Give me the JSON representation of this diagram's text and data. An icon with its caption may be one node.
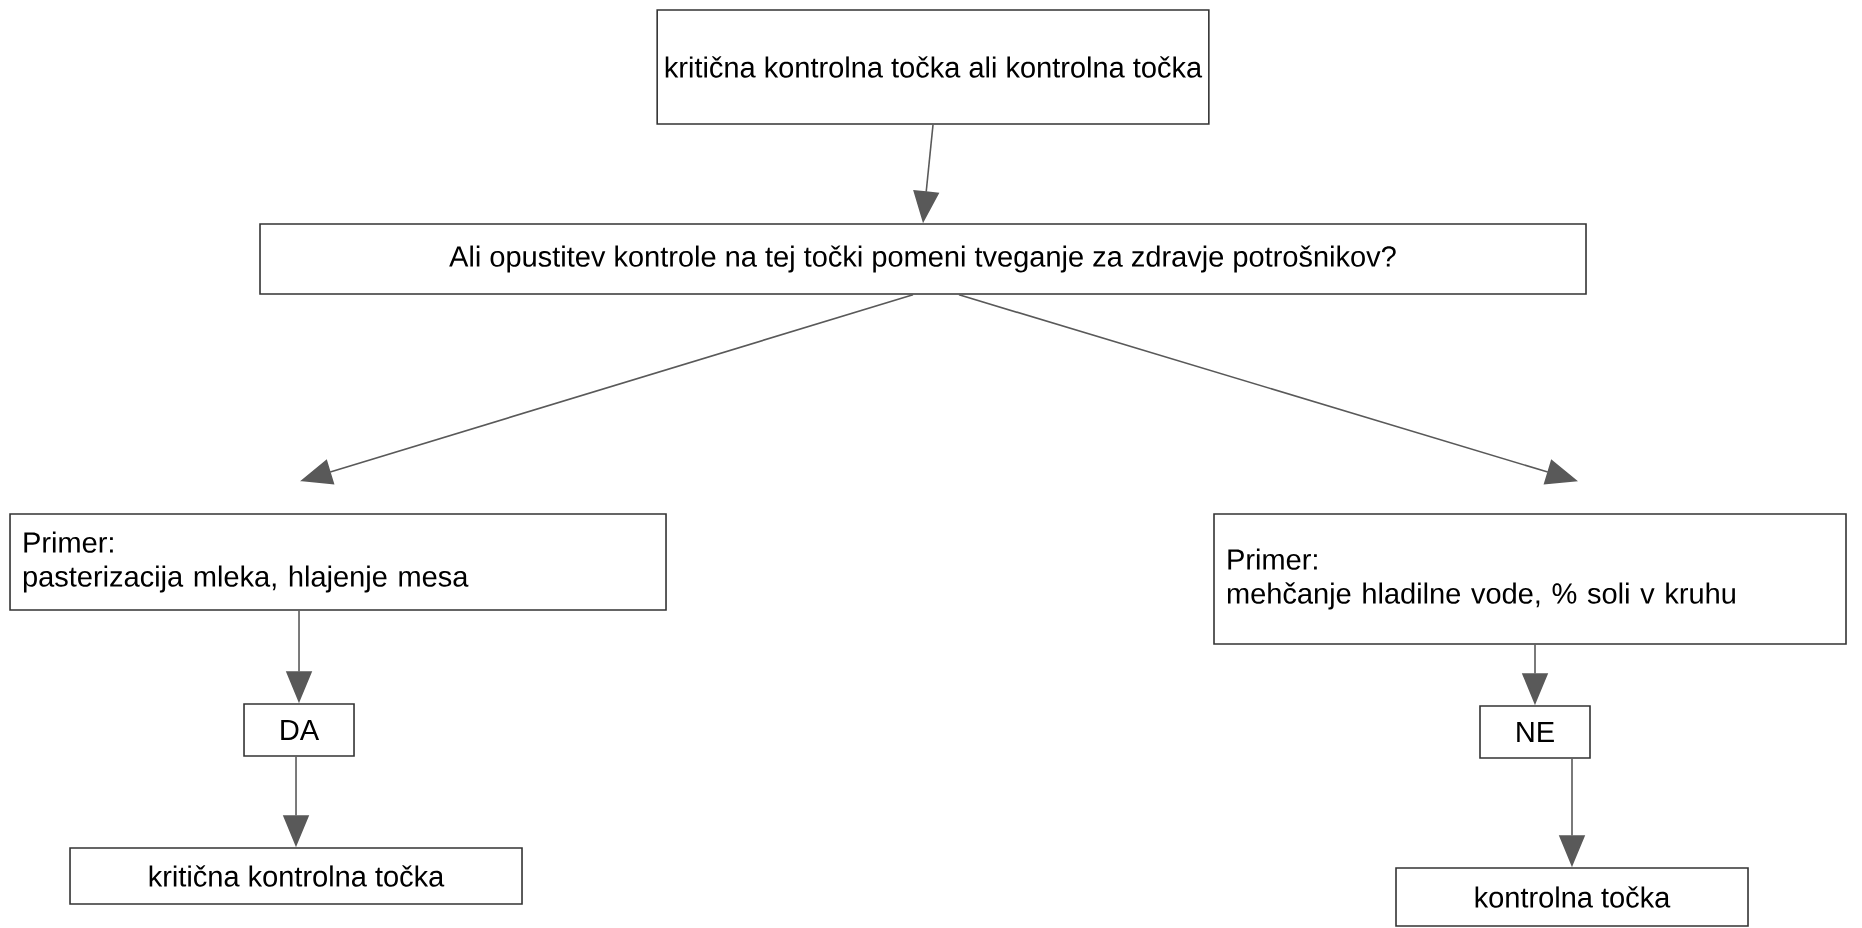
{
  "diagram": {
    "nodes": [
      {
        "text": [
          "kritična kontrolna točka ali kontrolna točka"
        ]
      },
      {
        "text": [
          "Ali opustitev kontrole na tej točki pomeni tveganje za zdravje potrošnikov?"
        ]
      },
      {
        "text": [
          "Primer:",
          "pasterizacija mleka, hlajenje mesa"
        ]
      },
      {
        "text": [
          "DA"
        ]
      },
      {
        "text": [
          "kritična kontrolna točka"
        ]
      },
      {
        "text": [
          "Primer:",
          "mehčanje hladilne vode, % soli v kruhu"
        ]
      },
      {
        "text": [
          "NE"
        ]
      },
      {
        "text": [
          "kontrolna točka"
        ]
      }
    ],
    "edges": [
      {
        "from": 0,
        "to": 1,
        "arrow": "to"
      },
      {
        "from": 1,
        "to": 2,
        "arrow": "to"
      },
      {
        "from": 1,
        "to": 5,
        "arrow": "to"
      },
      {
        "from": 2,
        "to": 3,
        "arrow": "to"
      },
      {
        "from": 3,
        "to": 4,
        "arrow": "to"
      },
      {
        "from": 5,
        "to": 6,
        "arrow": "to"
      },
      {
        "from": 6,
        "to": 7,
        "arrow": "to"
      }
    ]
  }
}
